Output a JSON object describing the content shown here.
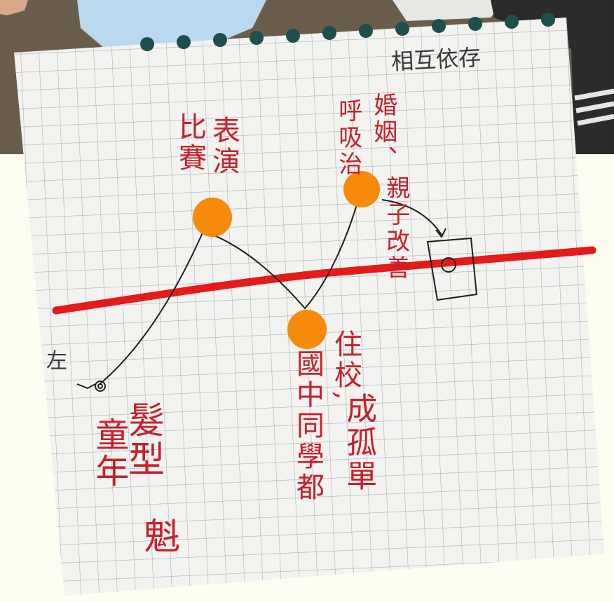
{
  "notes": {
    "title": "相互依存",
    "left_marker": "左",
    "childhood": "童年",
    "hairstyle": "髮型",
    "hairstyle_extra": "魁",
    "competition": "比賽",
    "performance": "表演",
    "breathing": "呼吸治",
    "marriage": "婚姻、",
    "parent_child": "親子改善",
    "middle_school": "國中同學都",
    "campus": "住校,",
    "isolation": "成孤單"
  },
  "colors": {
    "paper": "#f3f3f0",
    "grid": "#a9b0bb",
    "red_line": "#e51a1a",
    "orange_dot": "#f58a0b",
    "ink_red": "#c8202a",
    "ink_black": "#1e1e1e",
    "background_floor": "#6b5d4b",
    "background_fabric": "#b9d9ee",
    "background_bag": "#2b2b2b"
  },
  "icons": [
    "spiral-start-icon",
    "box-end-icon",
    "arrow-icon"
  ]
}
